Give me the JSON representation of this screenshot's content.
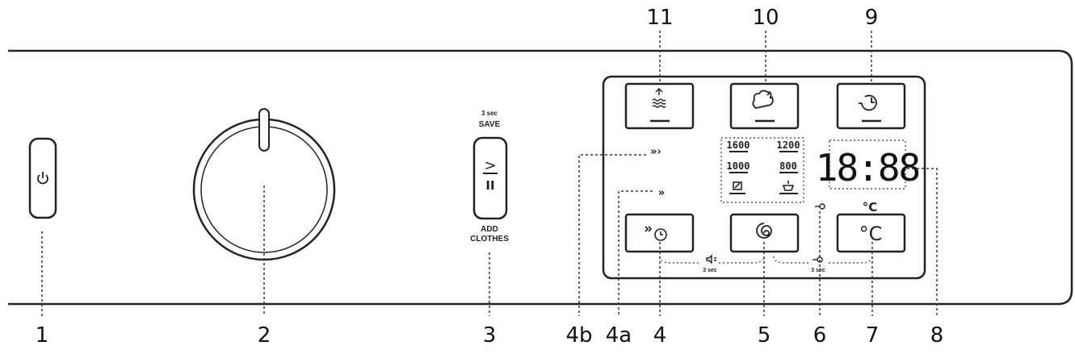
{
  "callouts": {
    "c1": "1",
    "c2": "2",
    "c3": "3",
    "c4b": "4b",
    "c4a": "4a",
    "c4": "4",
    "c5": "5",
    "c6": "6",
    "c7": "7",
    "c8": "8",
    "c9": "9",
    "c10": "10",
    "c11": "11"
  },
  "start_button": {
    "top_label_small": "3 sec",
    "top_label": "SAVE",
    "glyph_top": ">",
    "glyph_bottom": "II",
    "bottom_label_1": "ADD",
    "bottom_label_2": "CLOTHES"
  },
  "spin_options": {
    "row1_left": "1600",
    "row1_right": "1200",
    "row2_left": "1000",
    "row2_right": "800"
  },
  "display": {
    "time": "18:88",
    "temp_unit": "°C"
  },
  "buttons": {
    "temperature_symbol": "°C"
  },
  "hold_hints": {
    "sound_label": "3 sec",
    "lock_label": "3 sec"
  },
  "icons": {
    "power": "power-icon",
    "rinse": "rinse-plus-icon",
    "steam": "steam-icon",
    "delay_end": "delay-end-icon",
    "quick_wash": "quick-wash-icon",
    "spin": "spin-icon",
    "temperature": "temperature-icon",
    "child_lock": "child-lock-icon",
    "sound": "sound-icon",
    "indicator_4a": "double-chevron-icon",
    "indicator_4b": "triple-chevron-icon"
  }
}
